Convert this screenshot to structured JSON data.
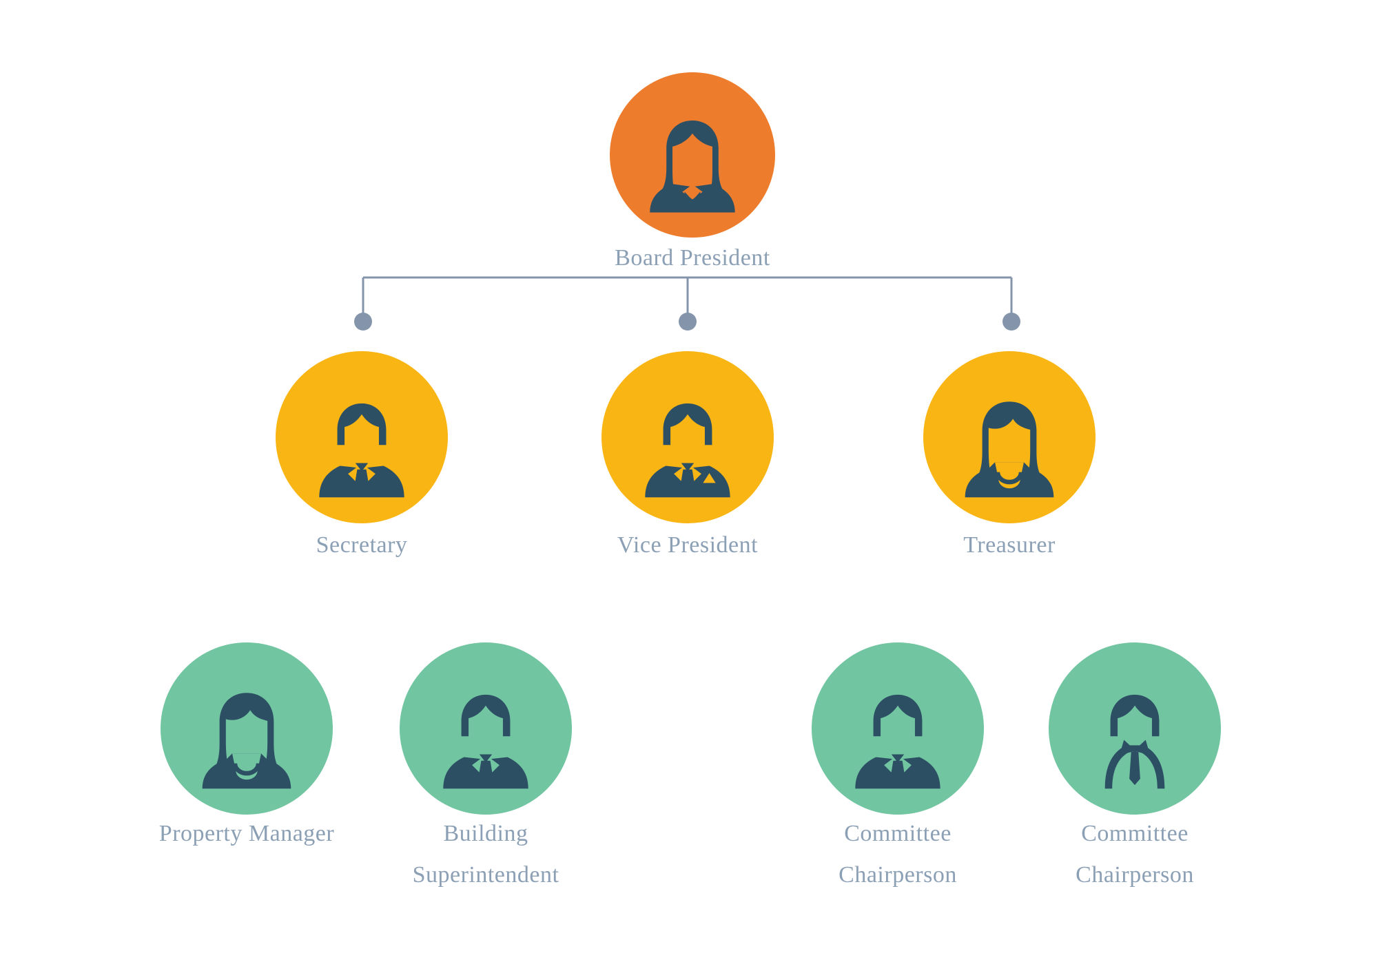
{
  "colors": {
    "background": "#ffffff",
    "president": "#EE7C2D",
    "officer": "#F9B513",
    "staff": "#71C5A1",
    "icon": "#2C4F64",
    "connector": "#8495AB",
    "label": "#8CA0B5"
  },
  "org_chart": {
    "type": "organizational-chart",
    "levels": [
      {
        "name": "level-1",
        "nodes": [
          {
            "label": "Board President",
            "icon": "businesswoman-icon",
            "color": "president"
          }
        ]
      },
      {
        "name": "level-2",
        "nodes": [
          {
            "label": "Secretary",
            "icon": "businessman-suit-icon",
            "color": "officer"
          },
          {
            "label": "Vice President",
            "icon": "businessman-pocket-square-icon",
            "color": "officer"
          },
          {
            "label": "Treasurer",
            "icon": "woman-icon",
            "color": "officer"
          }
        ]
      },
      {
        "name": "level-3",
        "nodes": [
          {
            "label": "Property Manager",
            "icon": "woman-icon",
            "color": "staff"
          },
          {
            "label": "Building\nSuperintendent",
            "icon": "businessman-suit-icon",
            "color": "staff"
          },
          {
            "label": "Committee\nChairperson",
            "icon": "businessman-suit-icon",
            "color": "staff"
          },
          {
            "label": "Committee\nChairperson",
            "icon": "man-shirt-tie-icon",
            "color": "staff"
          }
        ]
      }
    ]
  }
}
